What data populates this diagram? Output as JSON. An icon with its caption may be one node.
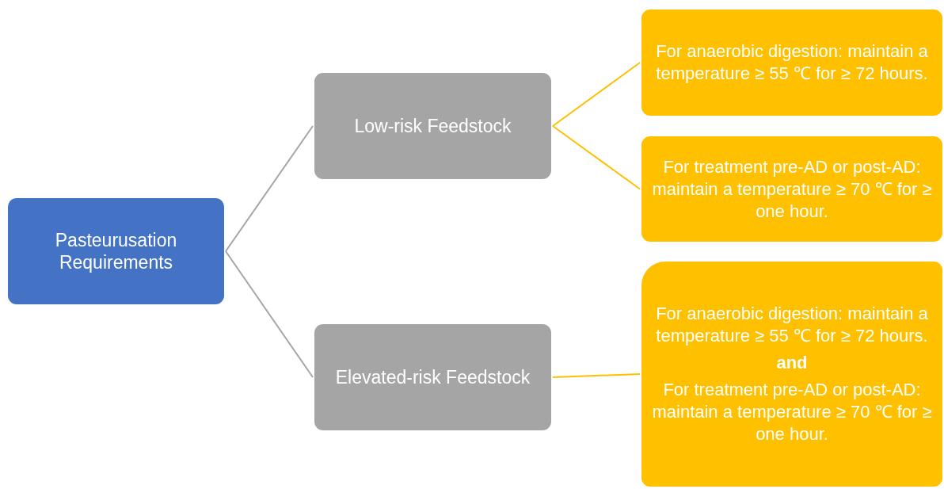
{
  "diagram": {
    "nodes": [
      {
        "text": [
          "Pasteurusation Requirements"
        ]
      },
      {
        "text": [
          "Low-risk Feedstock"
        ]
      },
      {
        "text": [
          "Elevated-risk Feedstock"
        ]
      },
      {
        "text": [
          "For anaerobic digestion: maintain a temperature ≥ 55 ℃ for ≥ 72 hours."
        ]
      },
      {
        "text": [
          "For treatment pre-AD or post-AD: maintain a temperature ≥ 70 ℃ for ≥ one hour."
        ]
      },
      {
        "text": [
          "For anaerobic digestion: maintain a temperature ≥ 55 ℃ for ≥ 72 hours.",
          "and",
          "For treatment pre-AD or post-AD: maintain a temperature ≥ 70 ℃ for ≥ one hour."
        ]
      }
    ],
    "edges": [
      {
        "from": 0,
        "to": 1,
        "arrow": "none",
        "color": "#a5a5a5"
      },
      {
        "from": 0,
        "to": 2,
        "arrow": "none",
        "color": "#a5a5a5"
      },
      {
        "from": 1,
        "to": 3,
        "arrow": "none"
      },
      {
        "from": 1,
        "to": 4,
        "arrow": "none"
      },
      {
        "from": 2,
        "to": 5,
        "arrow": "none"
      }
    ]
  }
}
